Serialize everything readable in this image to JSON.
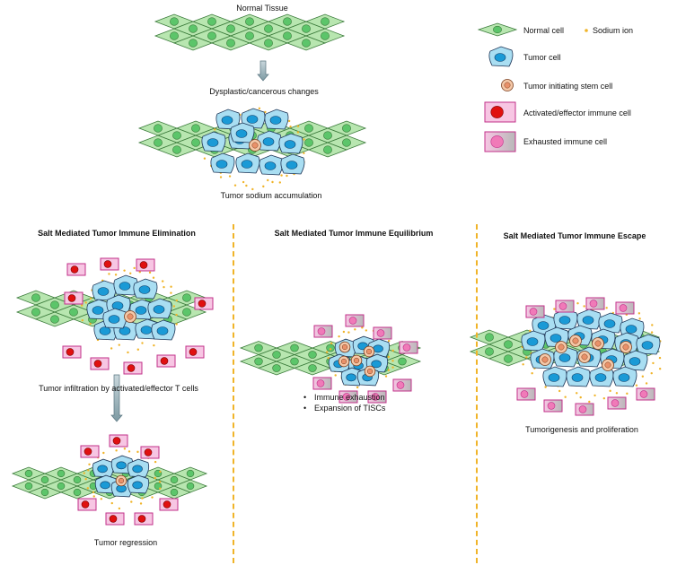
{
  "top": {
    "normal_tissue": "Normal Tissue",
    "dysplastic": "Dysplastic/cancerous changes",
    "sodium_accumulation": "Tumor sodium accumulation"
  },
  "legend": {
    "normal_cell": "Normal cell",
    "sodium_ion": "Sodium ion",
    "tumor_cell": "Tumor cell",
    "stem_cell": "Tumor initiating stem cell",
    "activated_immune": "Activated/effector immune cell",
    "exhausted_immune": "Exhausted immune cell"
  },
  "panels": {
    "elimination": {
      "title": "Salt Mediated Tumor Immune Elimination",
      "caption1": "Tumor infiltration by activated/effector T cells",
      "caption2": "Tumor regression"
    },
    "equilibrium": {
      "title": "Salt Mediated Tumor Immune Equilibrium",
      "bullets": [
        "Immune exhaustion",
        "Expansion of TISCs"
      ]
    },
    "escape": {
      "title": "Salt Mediated Tumor Immune Escape",
      "caption": "Tumorigenesis and proliferation"
    }
  },
  "colors": {
    "normal_fill": "#b8e6b0",
    "normal_stroke": "#3a7a3a",
    "normal_nucleus": "#5cc56a",
    "tumor_fill": "#a9def2",
    "tumor_nucleus": "#1a9ad6",
    "stem_fill": "#f5c8a8",
    "sodium": "#f0b429",
    "immune_fill": "#f7c6e3",
    "immune_stroke": "#c2308a",
    "active_nucleus": "#e01010",
    "exhausted_nucleus": "#f07ab8",
    "divider": "#f0b429"
  }
}
